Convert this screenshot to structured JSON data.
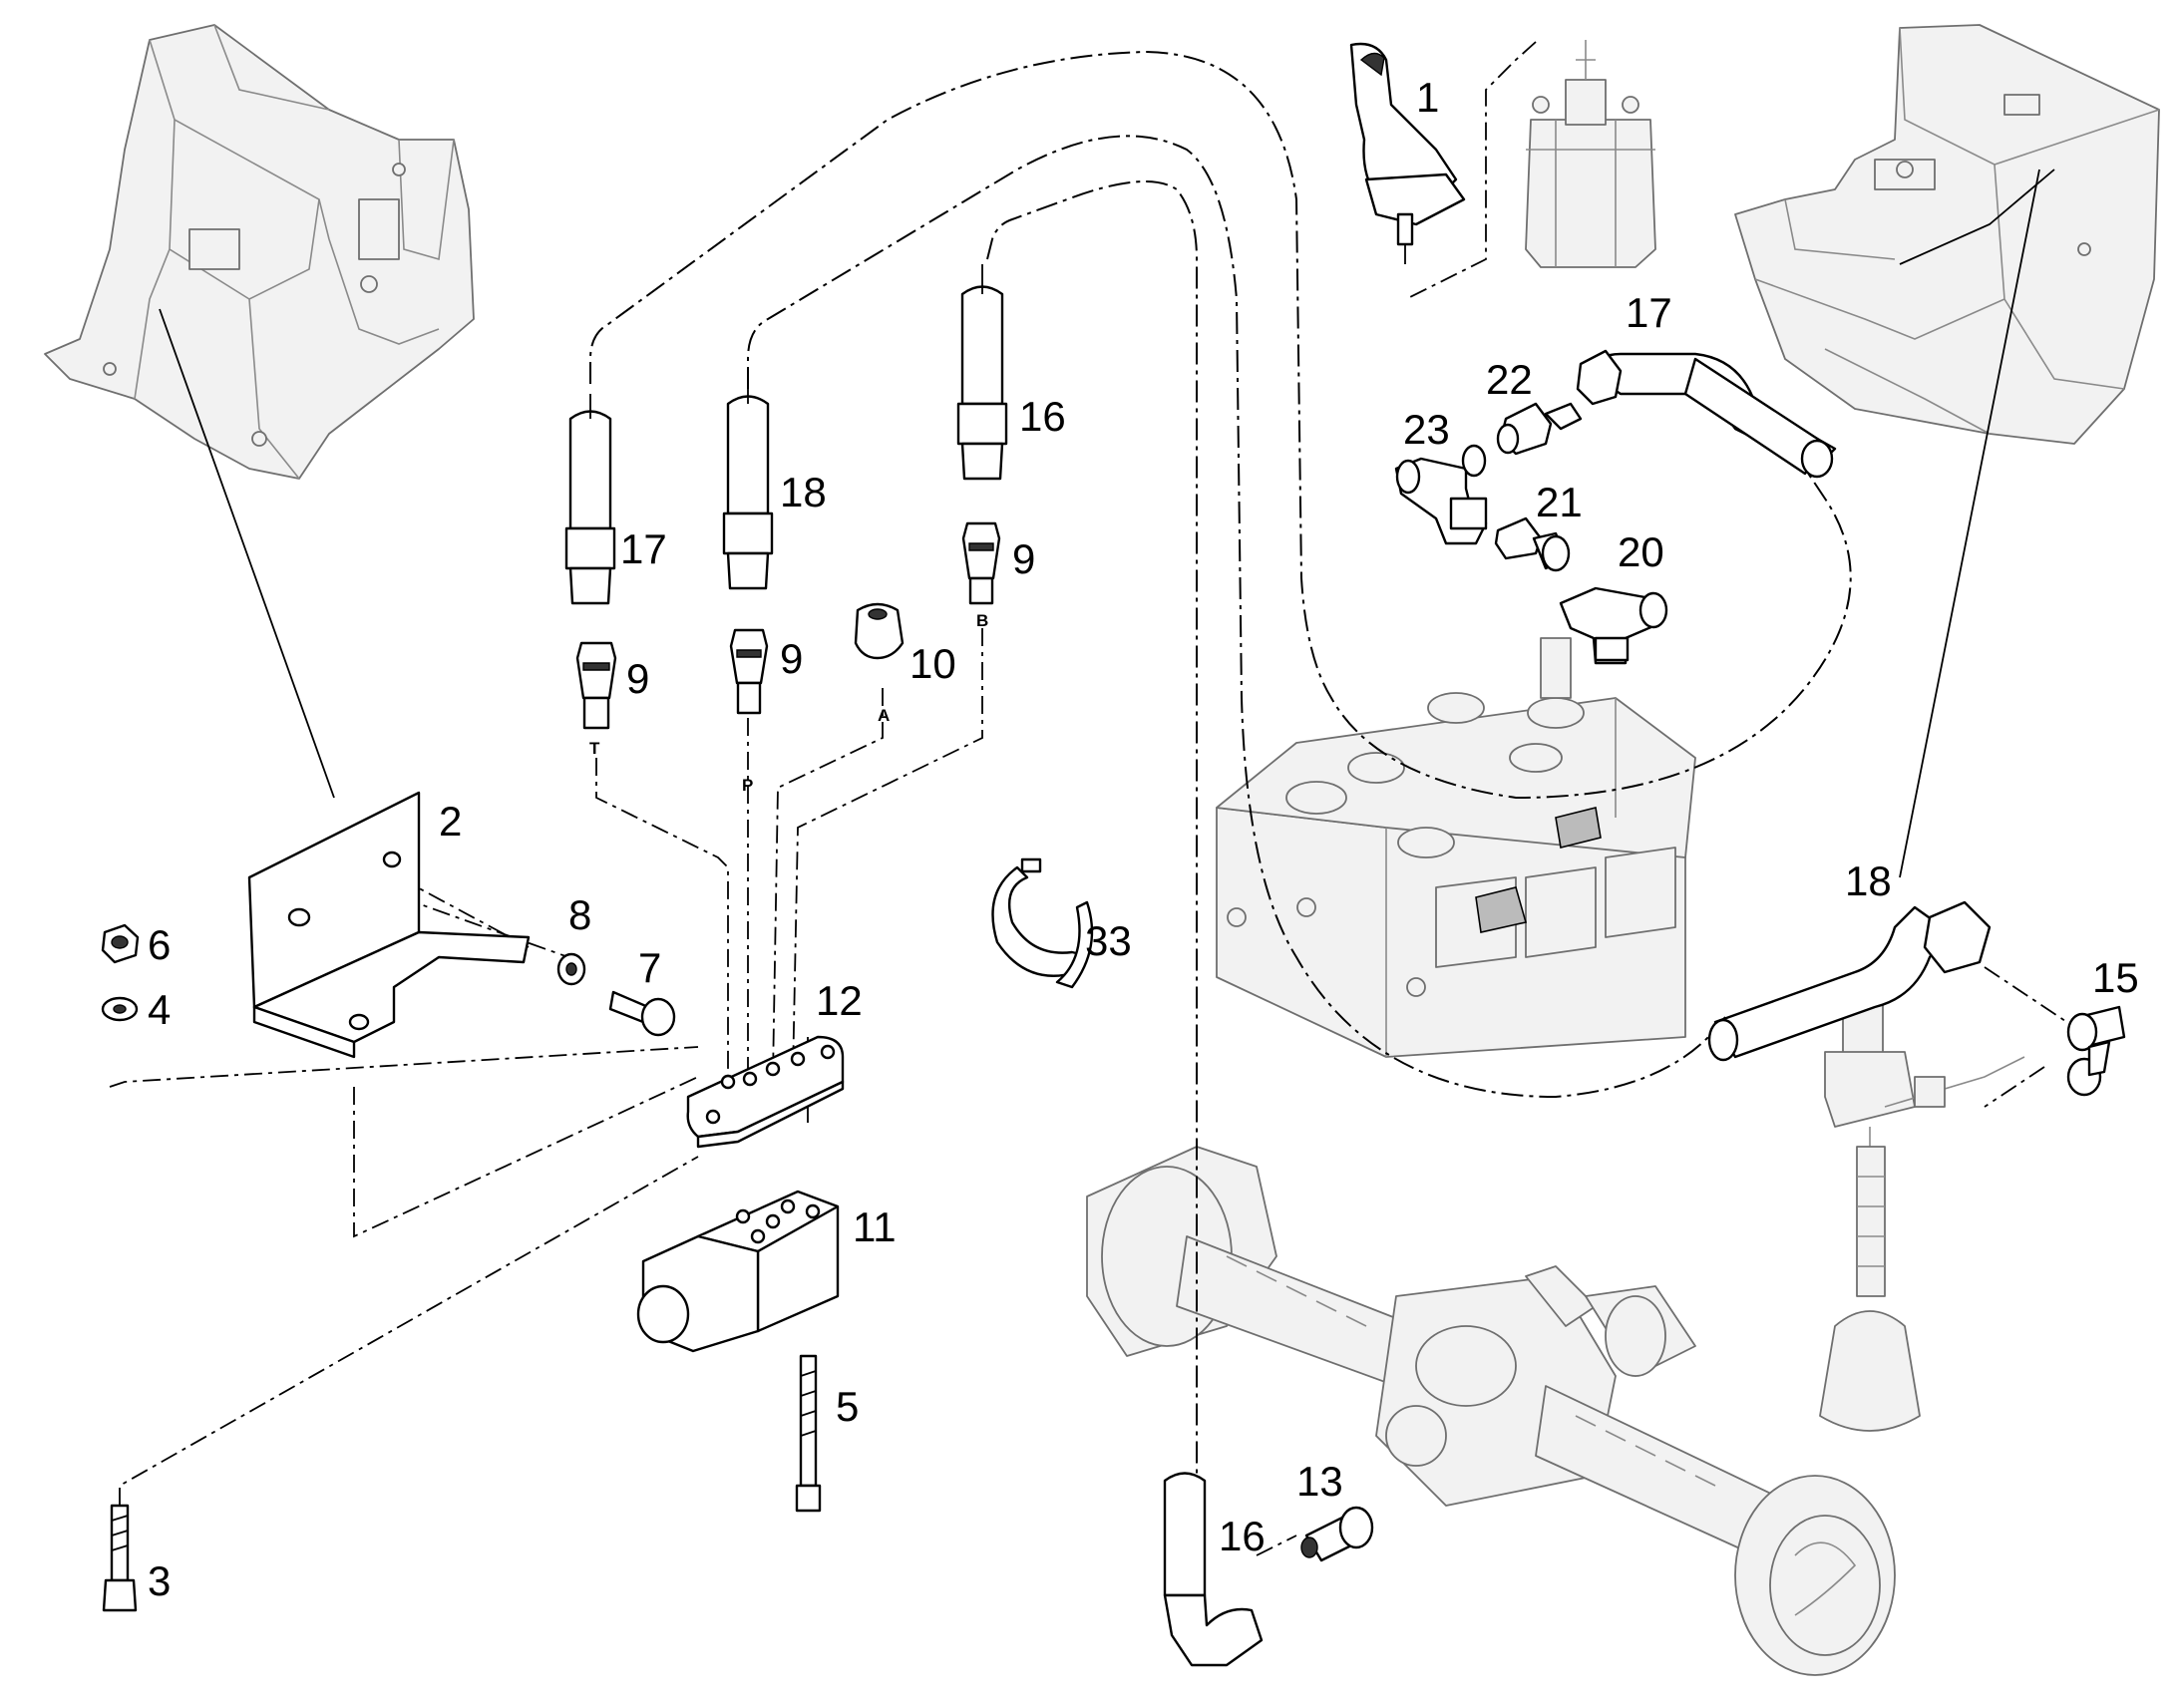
{
  "callouts": {
    "c1": "1",
    "c2": "2",
    "c3": "3",
    "c4": "4",
    "c5": "5",
    "c6": "6",
    "c7": "7",
    "c8": "8",
    "c9a": "9",
    "c9b": "9",
    "c9c": "9",
    "c10": "10",
    "c11": "11",
    "c12": "12",
    "c13": "13",
    "c15": "15",
    "c16a": "16",
    "c16b": "16",
    "c17a": "17",
    "c17b": "17",
    "c18a": "18",
    "c18b": "18",
    "c20": "20",
    "c21": "21",
    "c22": "22",
    "c23": "23",
    "c33": "33"
  },
  "ports": {
    "t": "T",
    "p": "P",
    "a": "A",
    "b": "B"
  },
  "colors": {
    "line": "#000000",
    "ghost_fill": "#f2f2f2",
    "ghost_stroke": "#6f6f6f"
  }
}
